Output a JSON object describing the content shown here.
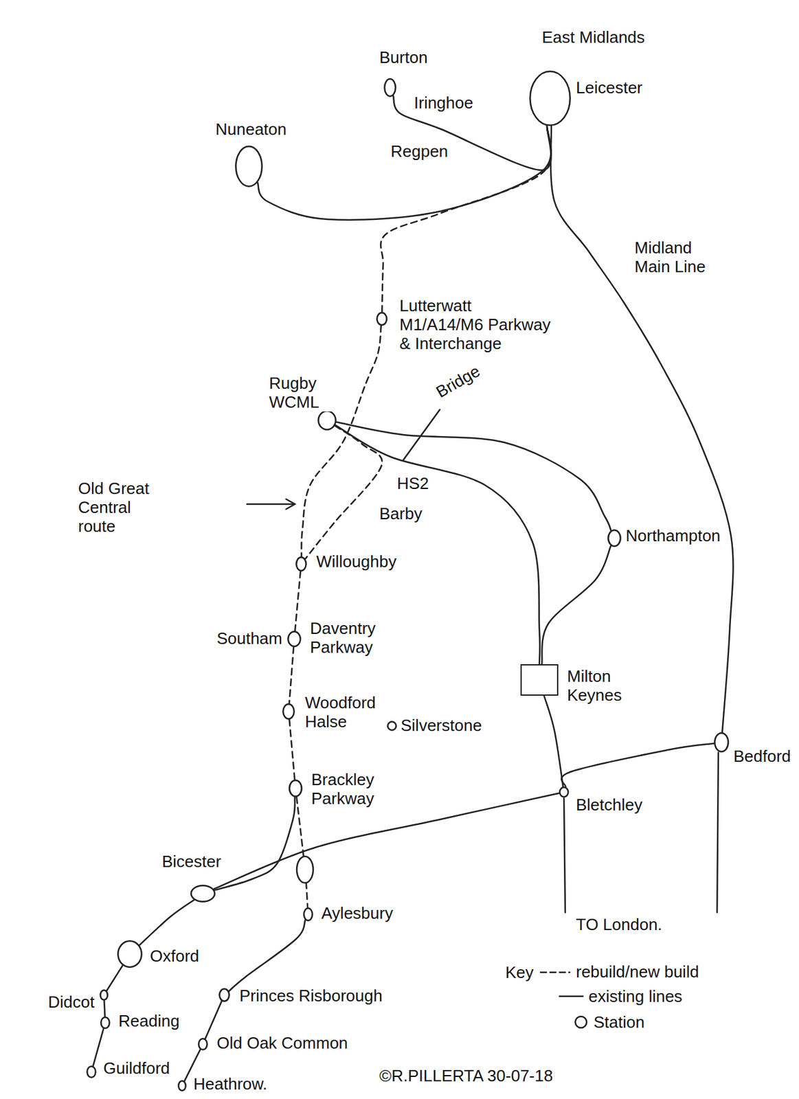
{
  "diagram": {
    "nodes": [
      {
        "text": [
          "Burton"
        ]
      },
      {
        "text": [
          "East Midlands",
          "Leicester"
        ]
      },
      {
        "text": [
          "Nuneaton"
        ]
      },
      {
        "text": [
          "Lutterwatt M1/A14/M6 Parkway & Interchange"
        ]
      },
      {
        "text": [
          "Rugby WCML"
        ]
      },
      {
        "text": [
          "Northampton"
        ]
      },
      {
        "text": [
          "Willoughby"
        ]
      },
      {
        "text": [
          "Southam",
          "Daventry Parkway"
        ]
      },
      {
        "text": [
          "Milton Keynes"
        ]
      },
      {
        "text": [
          "Woodford Halse"
        ]
      },
      {
        "text": [
          "Silverstone"
        ]
      },
      {
        "text": [
          "Bedford"
        ]
      },
      {
        "text": [
          "Brackley Parkway"
        ]
      },
      {
        "text": [
          "Bletchley"
        ]
      },
      {
        "text": [
          "Bicester"
        ]
      },
      {
        "text": [
          "Aylesbury"
        ]
      },
      {
        "text": [
          "Oxford"
        ]
      },
      {
        "text": [
          "Didcot"
        ]
      },
      {
        "text": [
          "Princes Risborough"
        ]
      },
      {
        "text": [
          "Reading"
        ]
      },
      {
        "text": [
          "Old Oak Common"
        ]
      },
      {
        "text": [
          "Guildford"
        ]
      },
      {
        "text": [
          "Heathrow."
        ]
      }
    ],
    "edges": [
      {
        "from": 0,
        "to": 1,
        "arrow": "none"
      },
      {
        "from": 2,
        "to": 1,
        "arrow": "none"
      },
      {
        "from": 1,
        "to": 11,
        "arrow": "none"
      },
      {
        "from": 3,
        "to": 1,
        "arrow": "none"
      },
      {
        "from": 3,
        "to": 6,
        "arrow": "none"
      },
      {
        "from": 4,
        "to": 6,
        "arrow": "none"
      },
      {
        "from": 4,
        "to": 5,
        "arrow": "none"
      },
      {
        "from": 4,
        "to": 8,
        "arrow": "none"
      },
      {
        "from": 5,
        "to": 8,
        "arrow": "none"
      },
      {
        "from": 6,
        "to": 7,
        "arrow": "none"
      },
      {
        "from": 7,
        "to": 9,
        "arrow": "none"
      },
      {
        "from": 9,
        "to": 12,
        "arrow": "none"
      },
      {
        "from": 8,
        "to": 13,
        "arrow": "none"
      },
      {
        "from": 13,
        "to": 11,
        "arrow": "none"
      },
      {
        "from": 13,
        "to": 14,
        "arrow": "none"
      },
      {
        "from": 12,
        "to": 14,
        "arrow": "none"
      },
      {
        "from": 12,
        "to": 15,
        "arrow": "none"
      },
      {
        "from": 14,
        "to": 16,
        "arrow": "none"
      },
      {
        "from": 16,
        "to": 17,
        "arrow": "none"
      },
      {
        "from": 17,
        "to": 19,
        "arrow": "none"
      },
      {
        "from": 19,
        "to": 21,
        "arrow": "none"
      },
      {
        "from": 15,
        "to": 18,
        "arrow": "none"
      },
      {
        "from": 18,
        "to": 20,
        "arrow": "none"
      },
      {
        "from": 20,
        "to": 22,
        "arrow": "none"
      }
    ],
    "labels": [
      "Iringhoe",
      "Regpen",
      "Midland Main Line",
      "Old Great Central route",
      "Bridge",
      "HS2",
      "Barby",
      "TO London.",
      "Key",
      "©R.PILLERTA 30-07-18"
    ],
    "legend": [
      {
        "text": "rebuild/new build"
      },
      {
        "text": "existing lines"
      },
      {
        "text": "Station"
      }
    ]
  }
}
